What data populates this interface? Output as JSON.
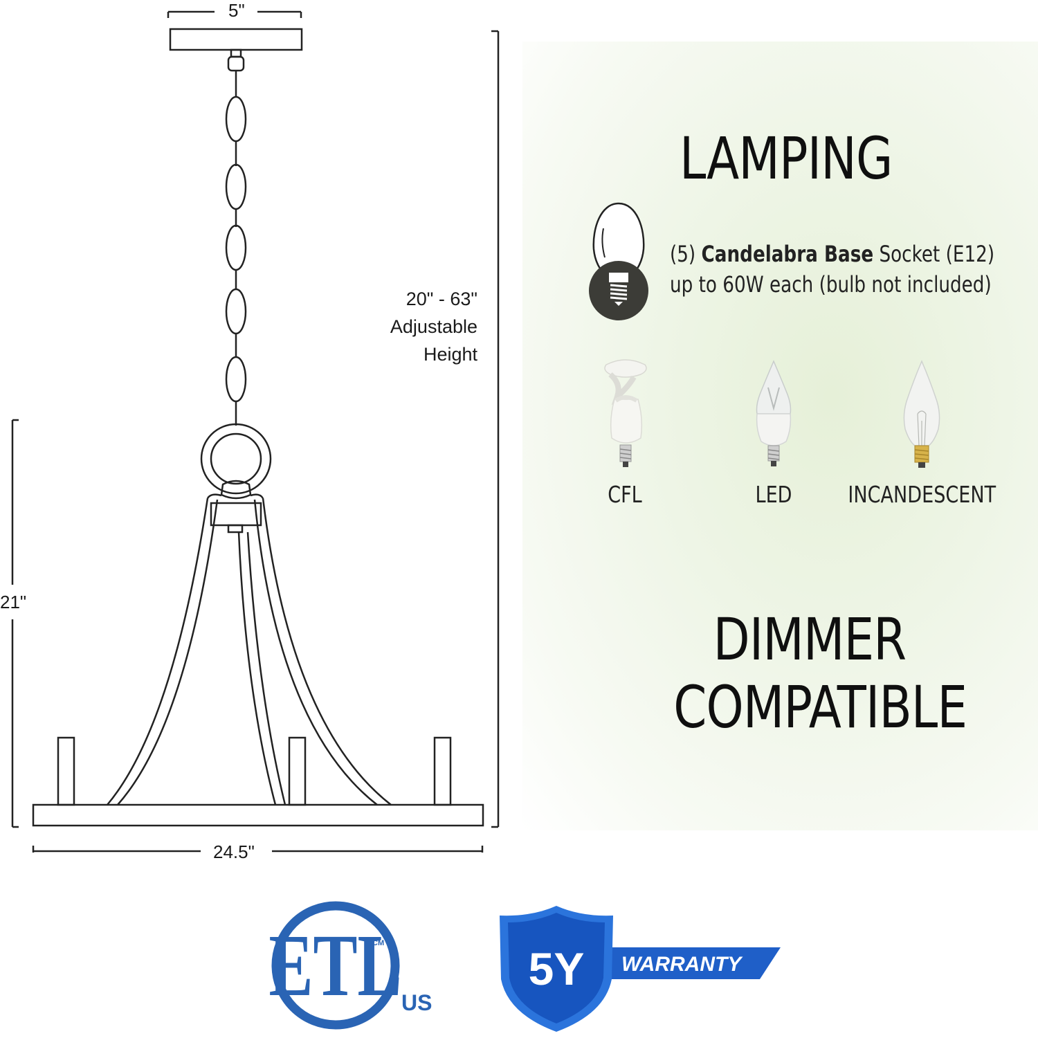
{
  "dimensions": {
    "canopy_width": "5\"",
    "overall_height": "21\"",
    "overall_width": "24.5\"",
    "adjustable_height_lines": [
      "20\" - 63\"",
      "Adjustable",
      "Height"
    ]
  },
  "lamping": {
    "title": "LAMPING",
    "socket_count": "(5)",
    "socket_type": "Candelabra Base",
    "socket_suffix": "Socket (E12)",
    "wattage_line": "up to 60W each (bulb not included)",
    "bulb_types": [
      {
        "label": "CFL",
        "icon": "cfl-bulb-icon"
      },
      {
        "label": "LED",
        "icon": "led-bulb-icon"
      },
      {
        "label": "INCANDESCENT",
        "icon": "incandescent-bulb-icon"
      }
    ]
  },
  "dimmer": {
    "line1": "DIMMER",
    "line2": "COMPATIBLE"
  },
  "certification": {
    "etl_mark": "ETL",
    "cm_text": "CM",
    "us_text": "US",
    "brand_color": "#2a64b4"
  },
  "warranty": {
    "years": "5Y",
    "label": "WARRANTY",
    "color": "#1f5fc8"
  }
}
